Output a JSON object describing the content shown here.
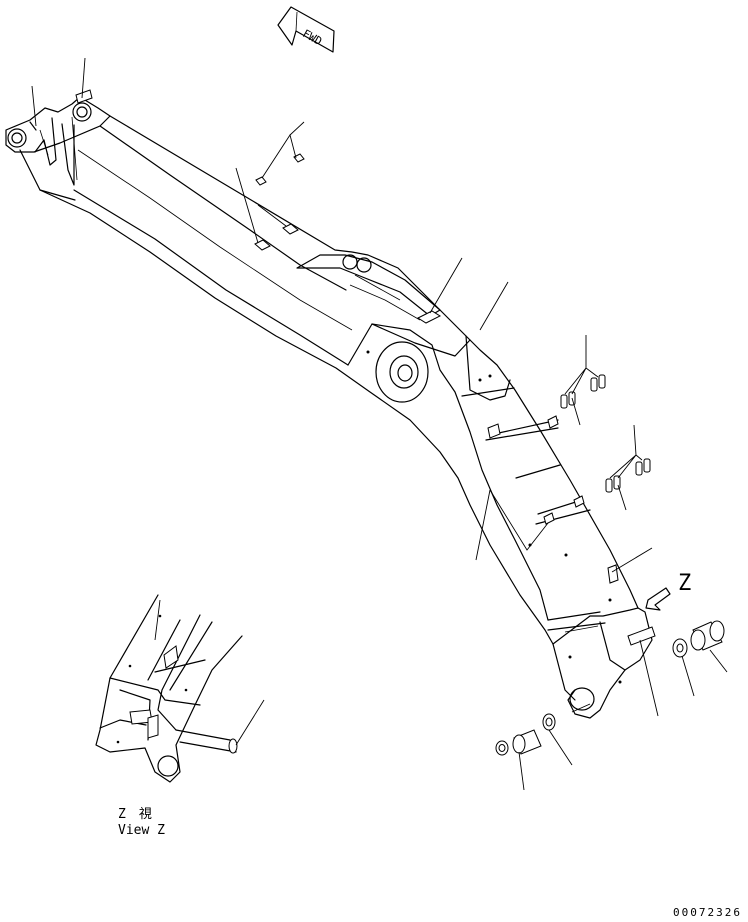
{
  "fwd_label": "FWD",
  "view_marker": "Z",
  "view_caption_line1": "Z　視",
  "view_caption_line2": "View Z",
  "drawing_number": "00072326"
}
